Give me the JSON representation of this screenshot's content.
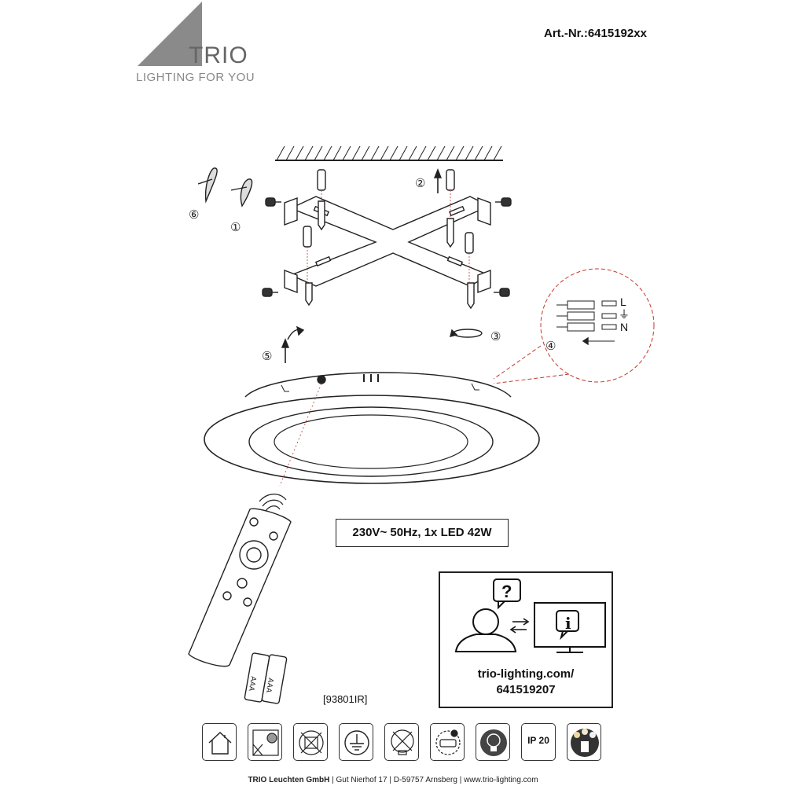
{
  "brand": {
    "name": "TRIO",
    "slogan": "LIGHTING FOR YOU"
  },
  "article_number": "Art.-Nr.:6415192xx",
  "steps": [
    "⑥",
    "①",
    "②",
    "③",
    "④",
    "⑤"
  ],
  "wiring": {
    "labels": [
      "L",
      "⏚",
      "N"
    ]
  },
  "battery_label": "AAA",
  "spec": "230V~ 50Hz, 1x LED  42W",
  "info": {
    "question_mark": "?",
    "info_letter": "i",
    "url_line1": "trio-lighting.com/",
    "url_line2": "641519207"
  },
  "remote_code": "[93801IR]",
  "ip_rating": "IP 20",
  "footer": {
    "company": "TRIO Leuchten GmbH",
    "address": "Gut Nierhof 17",
    "city": "D-59757 Arnsberg",
    "website": "www.trio-lighting.com"
  },
  "colors": {
    "line": "#222222",
    "dash_red": "#c0392b",
    "brand_grey": "#8a8a8a"
  },
  "icons": [
    "indoor-house-icon",
    "no-bulb-replace-icon",
    "no-dimmer-icon",
    "earth-ground-icon",
    "no-led-dimmer-icon",
    "remote-pairing-icon",
    "smart-bulb-icon",
    "ip20-icon",
    "color-temp-switch-icon"
  ]
}
